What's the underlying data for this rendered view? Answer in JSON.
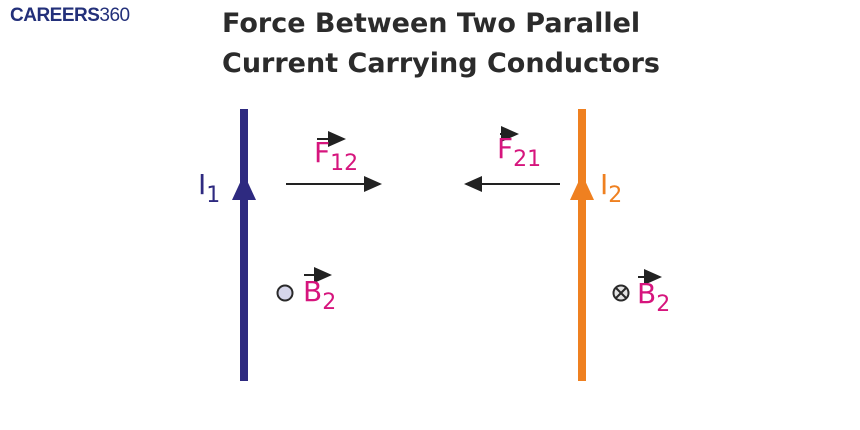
{
  "logo": {
    "bold": "CAREERS",
    "light": "360"
  },
  "title": {
    "line1": "Force Between Two Parallel",
    "line2": "Current Carrying Conductors"
  },
  "colors": {
    "conductor1": "#2e2a80",
    "conductor2": "#ef8020",
    "label_magenta": "#d6157d",
    "arrow": "#222222",
    "dot_fill": "#d6d6ea"
  },
  "conductor1": {
    "current_symbol": "I",
    "current_sub": "1"
  },
  "conductor2": {
    "current_symbol": "I",
    "current_sub": "2"
  },
  "force12": {
    "symbol": "F",
    "sub": "12",
    "direction": "right"
  },
  "force21": {
    "symbol": "F",
    "sub": "21",
    "direction": "left"
  },
  "field_left": {
    "symbol": "B",
    "sub": "2",
    "marker": "dot-out-of-page"
  },
  "field_right": {
    "symbol": "B",
    "sub": "2",
    "marker": "cross-into-page"
  }
}
